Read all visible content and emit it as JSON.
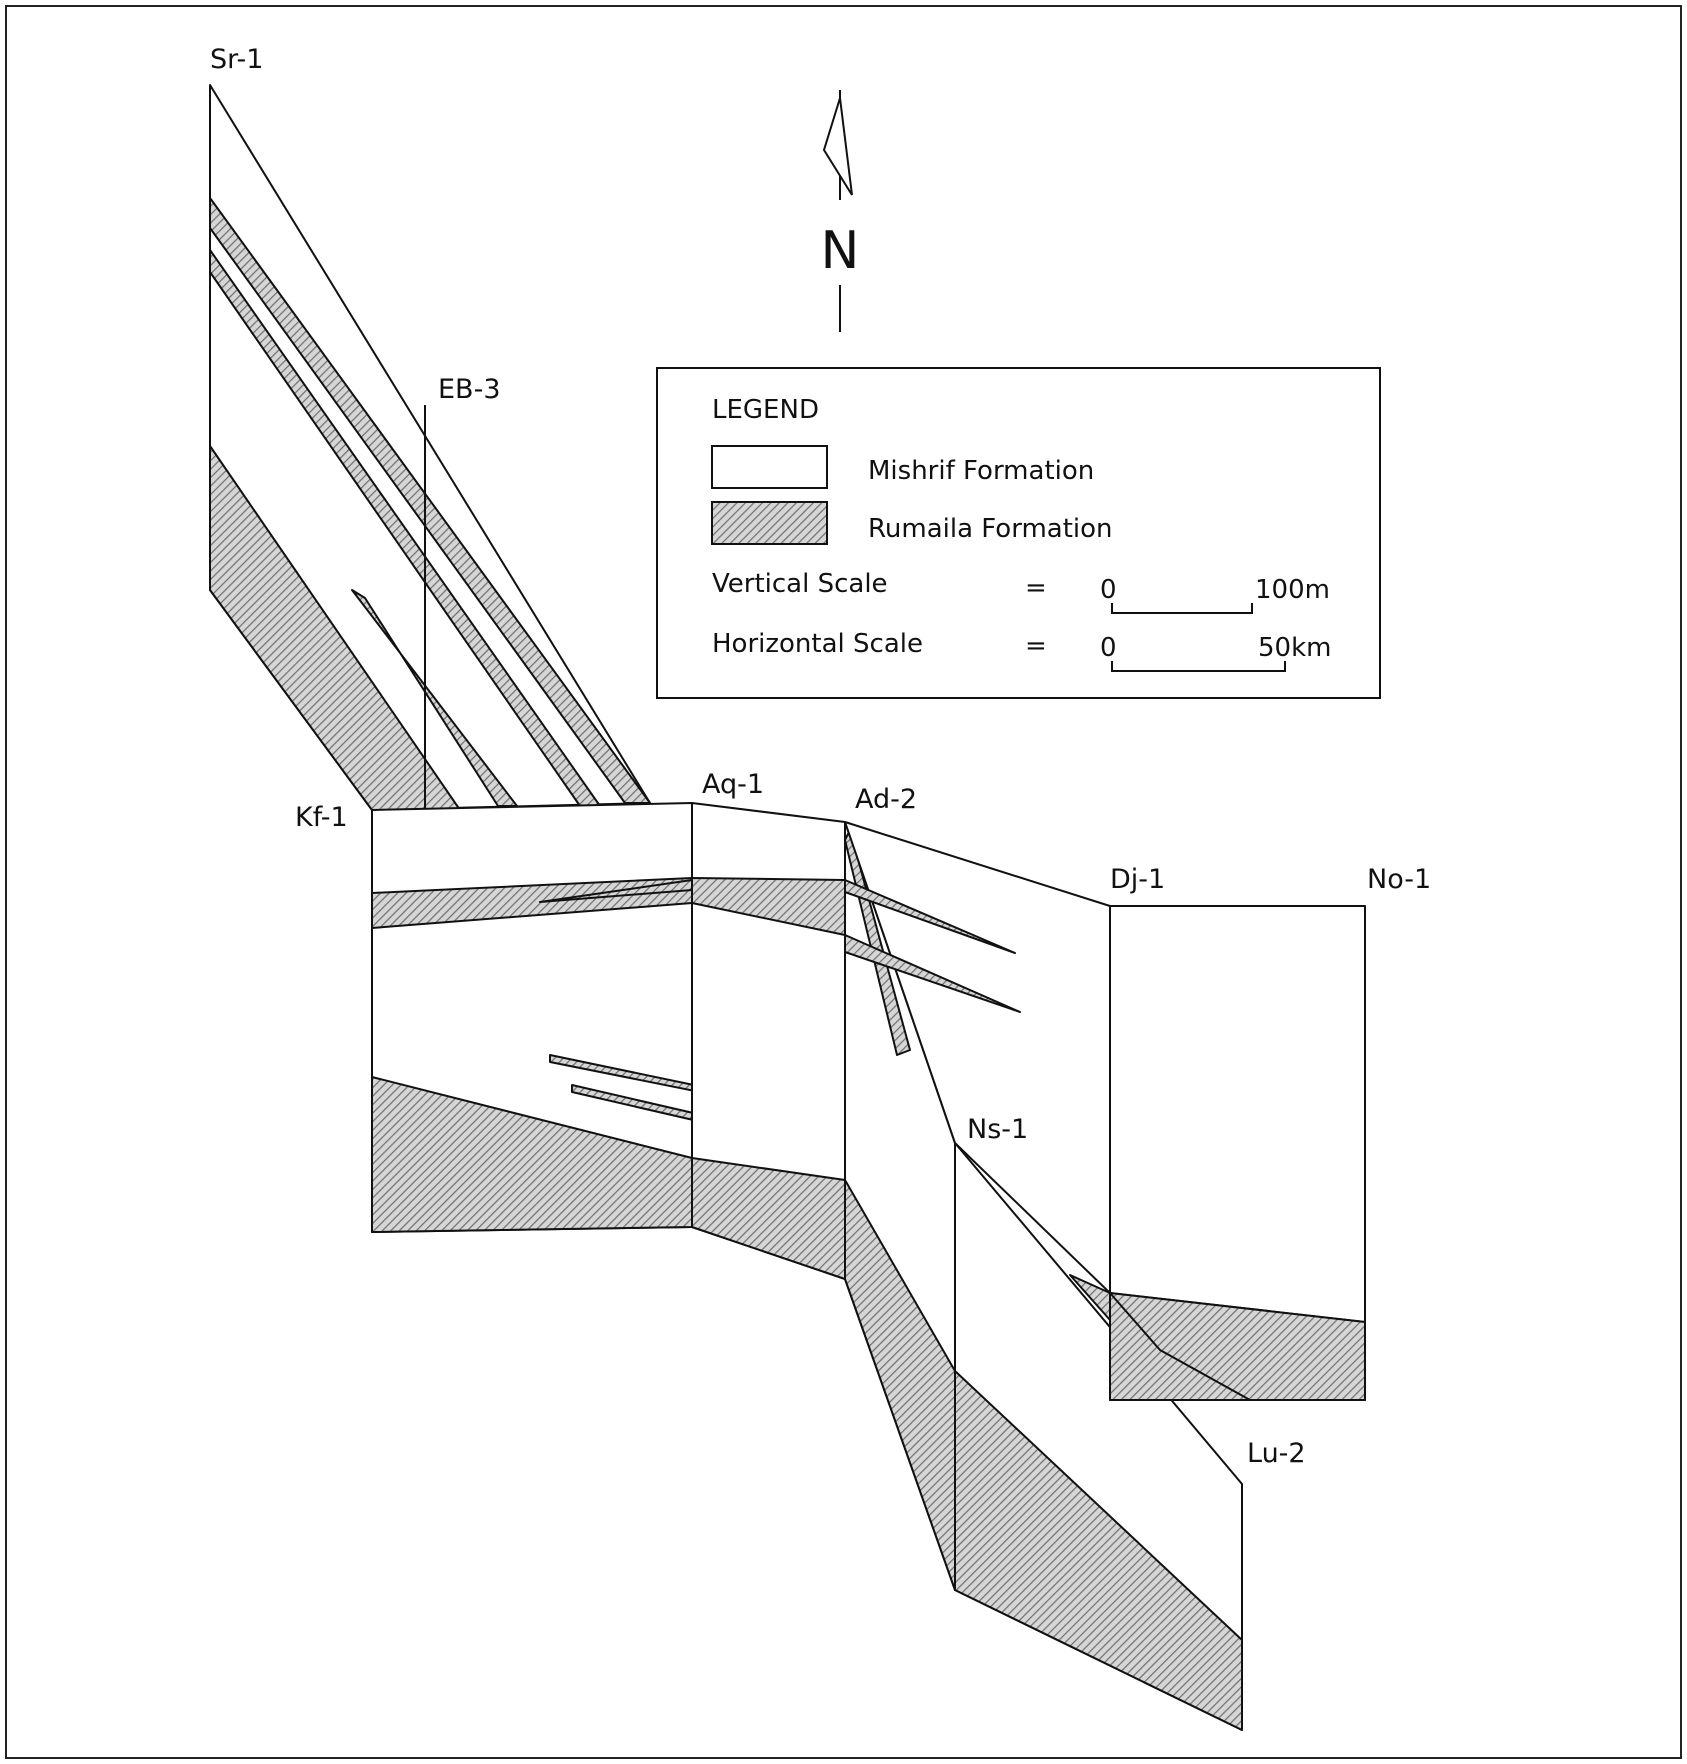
{
  "north": {
    "letter": "N"
  },
  "wells": {
    "sr1": "Sr-1",
    "eb3": "EB-3",
    "kf1": "Kf-1",
    "aq1": "Aq-1",
    "ad2": "Ad-2",
    "dj1": "Dj-1",
    "no1": "No-1",
    "ns1": "Ns-1",
    "lu2": "Lu-2"
  },
  "legend": {
    "title": "LEGEND",
    "mishrif": "Mishrif Formation",
    "rumaila": "Rumaila Formation",
    "vertical_label": "Vertical Scale",
    "horizontal_label": "Horizontal Scale",
    "equals": "=",
    "vertical_start": "0",
    "vertical_end": "100m",
    "horizontal_start": "0",
    "horizontal_end": "50km"
  },
  "colors": {
    "rumaila_hatch": "#6e6e6e",
    "ink": "#111111"
  }
}
